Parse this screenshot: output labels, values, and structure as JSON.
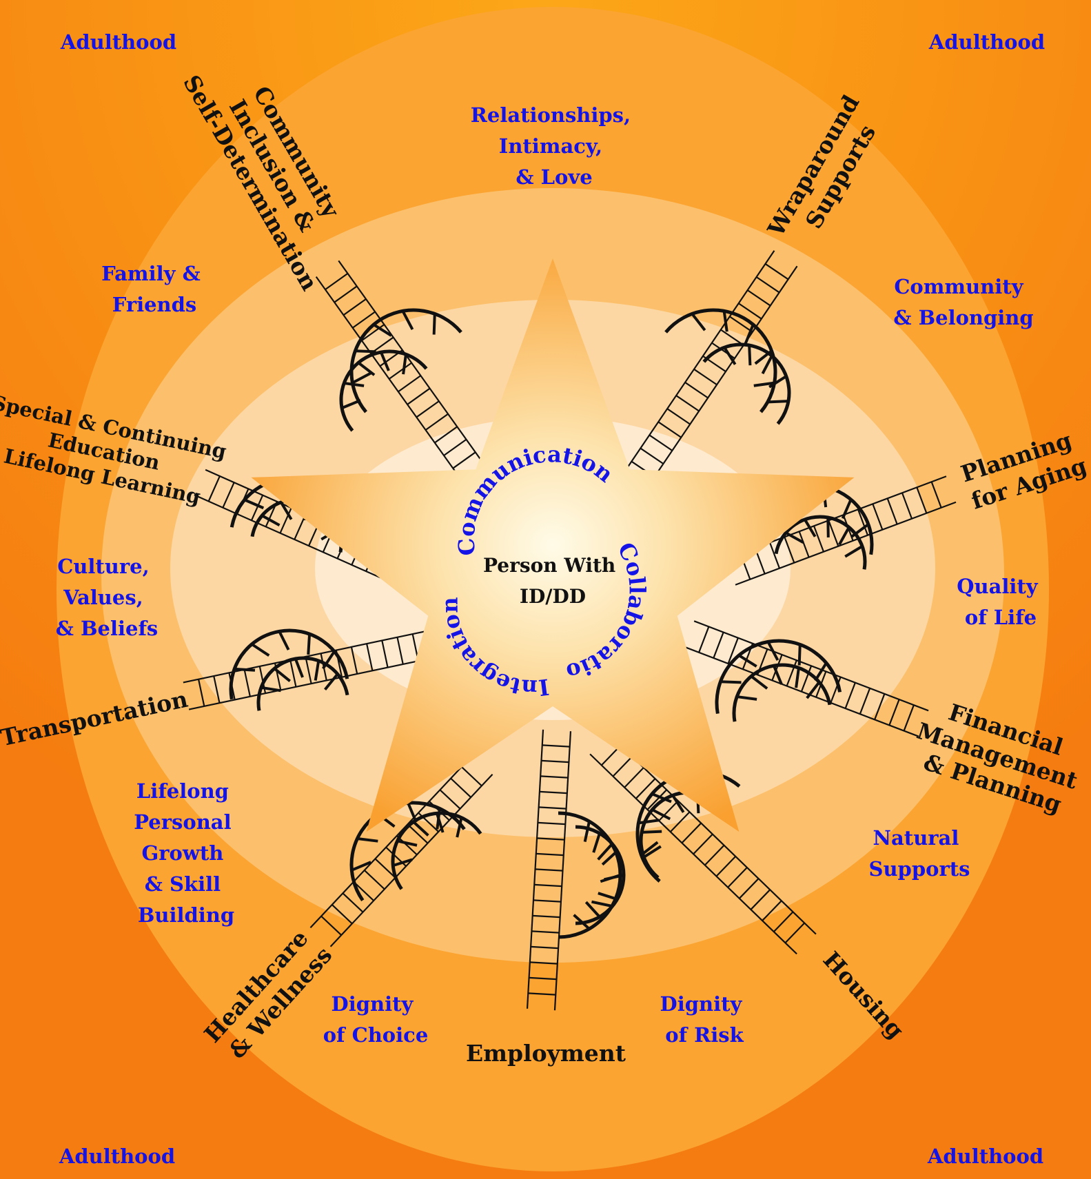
{
  "corners": [
    "Adulthood",
    "Adulthood",
    "Adulthood",
    "Adulthood"
  ],
  "center": {
    "line1": "Person With",
    "line2": "ID/DD"
  },
  "circle_words": {
    "top": "Communication",
    "right": "Collaboration",
    "left": "Integration"
  },
  "domains": {
    "community_inclusion": [
      "Community",
      "Inclusion &",
      "Self-Determination"
    ],
    "wraparound": [
      "Wraparound",
      "Supports"
    ],
    "planning_aging": [
      "Planning",
      "for Aging"
    ],
    "financial": [
      "Financial",
      "Management",
      "& Planning"
    ],
    "housing": [
      "Housing"
    ],
    "employment": [
      "Employment"
    ],
    "healthcare": [
      "Healthcare",
      "& Wellness"
    ],
    "transportation": [
      "Transportation"
    ],
    "special_education": [
      "Special & Continuing",
      "Education",
      "Lifelong Learning"
    ]
  },
  "values": {
    "relationships": [
      "Relationships,",
      "Intimacy,",
      "& Love"
    ],
    "family": [
      "Family &",
      "Friends"
    ],
    "community_belonging": [
      "Community",
      "& Belonging"
    ],
    "culture": [
      "Culture,",
      "Values,",
      "& Beliefs"
    ],
    "quality_of_life": [
      "Quality",
      "of Life"
    ],
    "lifelong_growth": [
      "Lifelong",
      "Personal",
      "Growth",
      "& Skill",
      "Building"
    ],
    "natural_supports": [
      "Natural",
      "Supports"
    ],
    "dignity_choice": [
      "Dignity",
      "of Choice"
    ],
    "dignity_risk": [
      "Dignity",
      "of Risk"
    ]
  },
  "colors": {
    "background": "#f57f12",
    "ring_outer": "#fba431",
    "ring_2": "#fcc06c",
    "ring_3": "#fdd7a3",
    "ring_inner": "#feeacf",
    "star": "#fba431",
    "label_blue": "#1414e6",
    "label_black": "#111111"
  }
}
